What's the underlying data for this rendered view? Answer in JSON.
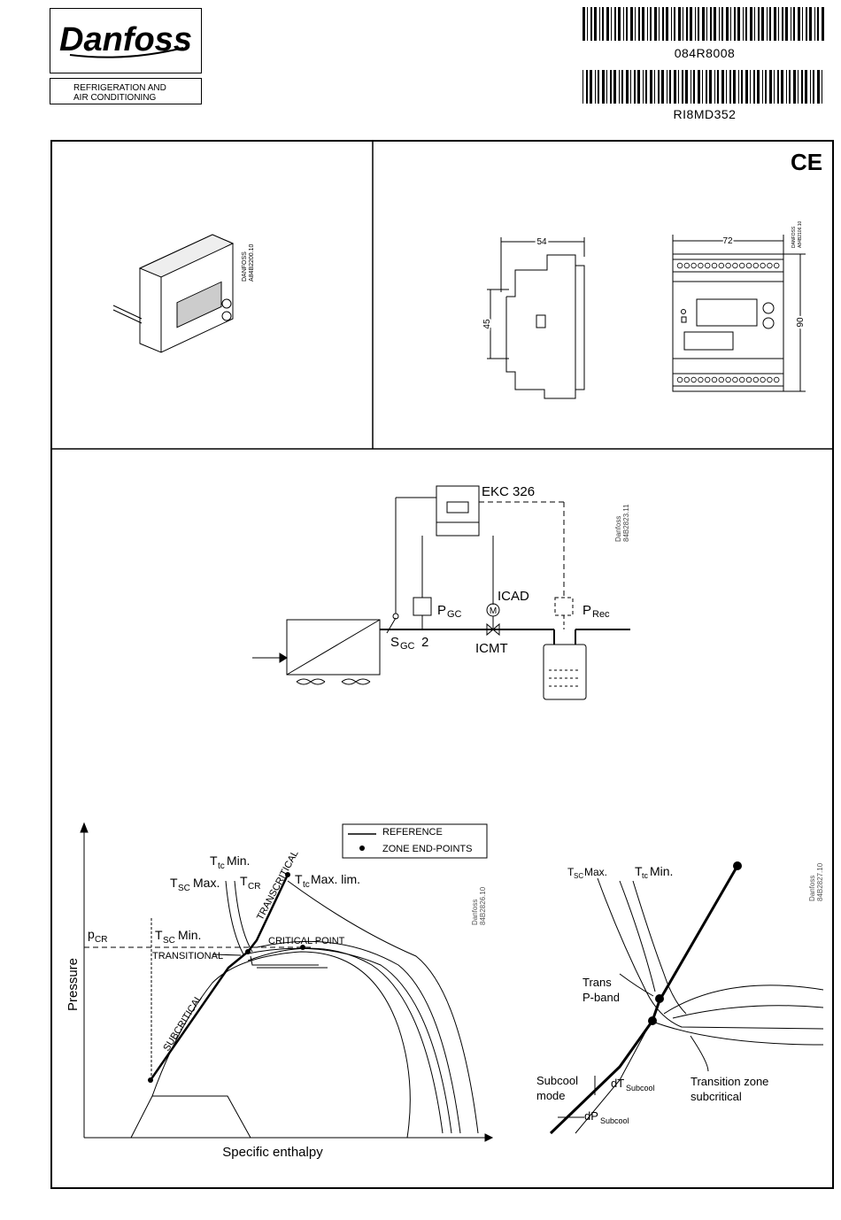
{
  "header": {
    "brand": "Danfoss",
    "tagline_line1": "REFRIGERATION AND",
    "tagline_line2": "AIR CONDITIONING",
    "barcode1": "084R8008",
    "barcode2": "RI8MD352",
    "ce_mark": "CE"
  },
  "photo": {
    "ref_line1": "DANFOSS",
    "ref_line2": "A84B2200.10"
  },
  "dimensions": {
    "depth": "54",
    "height_rail": "45",
    "width": "72",
    "height": "90",
    "ref_line1": "DANFOSS",
    "ref_line2": "A84B2106.10"
  },
  "schematic": {
    "controller": "EKC 326",
    "p_gc": "P",
    "p_gc_sub": "GC",
    "p_rec": "P",
    "p_rec_sub": "Rec",
    "s_gc": "S",
    "s_gc_sub": "GC",
    "s_gc_num": "2",
    "icad": "ICAD",
    "icmt": "ICMT",
    "motor": "M",
    "ref_line1": "Danfoss",
    "ref_line2": "84B2823.11"
  },
  "ph_diagram": {
    "legend_reference": "REFERENCE",
    "legend_endpoints": "ZONE END-POINTS",
    "ylabel": "Pressure",
    "xlabel": "Specific enthalpy",
    "p_cr": "p",
    "p_cr_sub": "CR",
    "ttc_min": "T",
    "ttc_min_sub": "tc",
    "ttc_min_tail": " Min.",
    "tsc_max": "T",
    "tsc_max_sub": "SC",
    "tsc_max_tail": "Max.",
    "tcr": "T",
    "tcr_sub": "CR",
    "ttc_max": "T",
    "ttc_max_sub": "tc",
    "ttc_max_tail": " Max. lim.",
    "tsc_min": "T",
    "tsc_min_sub": "SC",
    "tsc_min_tail": "Min.",
    "transcritical": "TRANSCRITICAL",
    "critical_point": "CRITICAL POINT",
    "transitional": "TRANSITIONAL",
    "subcritical": "SUBCRITICAL",
    "ref_line1": "Danfoss",
    "ref_line2": "84B2826.10"
  },
  "zoom_diagram": {
    "tsc_max": "T",
    "tsc_max_sub": "SC",
    "tsc_max_tail": "Max.",
    "ttc_min": "T",
    "ttc_min_sub": "tc",
    "ttc_min_tail": " Min.",
    "trans_line1": "Trans",
    "trans_line2": "P-band",
    "subcool_line1": "Subcool",
    "subcool_line2": "mode",
    "dt": "dT",
    "dt_sub": "Subcool",
    "dp": "dP",
    "dp_sub": "Subcool",
    "zone_line1": "Transition zone",
    "zone_line2": "subcritical",
    "ref_line1": "Danfoss",
    "ref_line2": "84B2827.10"
  }
}
